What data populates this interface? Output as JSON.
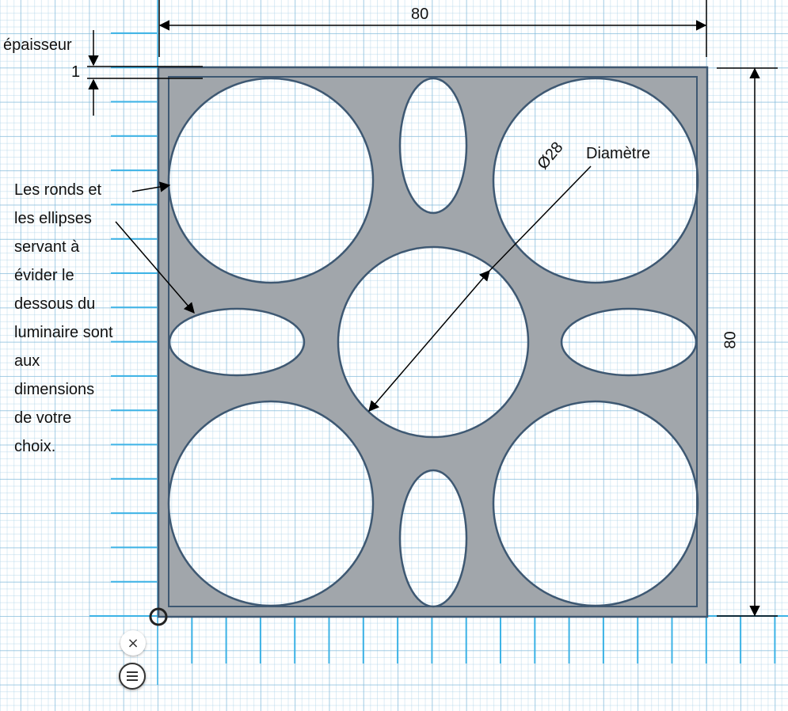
{
  "dimensions": {
    "width_value": "80",
    "height_value": "80",
    "thickness_label": "épaisseur",
    "thickness_value": "1",
    "diameter_value": "Ø28",
    "diameter_label": "Diamètre"
  },
  "note": {
    "lines": [
      "Les ronds et",
      "les ellipses",
      "servant à",
      "évider le",
      "dessous du",
      "luminaire sont",
      "aux",
      "dimensions",
      "de votre",
      "choix."
    ]
  },
  "controls": {
    "close_glyph": "×"
  },
  "colors": {
    "plate_fill": "#a1a6ab",
    "plate_edge": "#3e5872",
    "ruler_blue": "#3db3e6",
    "dimension_line": "#000000"
  },
  "icons": [
    "close-icon",
    "menu-icon",
    "origin-marker-icon"
  ]
}
